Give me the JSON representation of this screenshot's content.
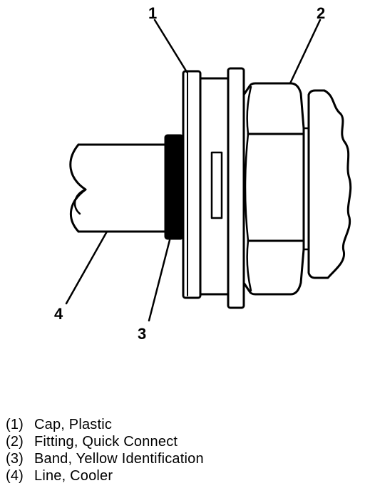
{
  "callouts": [
    {
      "id": "1",
      "target": "cap"
    },
    {
      "id": "2",
      "target": "fitting"
    },
    {
      "id": "3",
      "target": "band"
    },
    {
      "id": "4",
      "target": "line"
    }
  ],
  "legend": [
    {
      "num": "(1)",
      "label": "Cap, Plastic"
    },
    {
      "num": "(2)",
      "label": "Fitting, Quick Connect"
    },
    {
      "num": "(3)",
      "label": "Band, Yellow Identification"
    },
    {
      "num": "(4)",
      "label": "Line, Cooler"
    }
  ],
  "colors": {
    "ink": "#000000",
    "paper": "#ffffff"
  }
}
